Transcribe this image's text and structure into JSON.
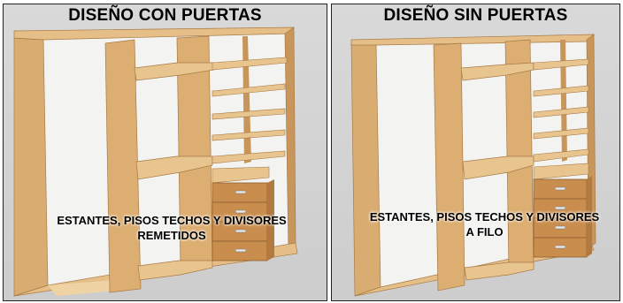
{
  "panels": [
    {
      "title": "DISEÑO CON PUERTAS",
      "caption_line1": "ESTANTES, PISOS TECHOS Y DIVISORES",
      "caption_line2": "REMETIDOS"
    },
    {
      "title": "DISEÑO SIN PUERTAS",
      "caption_line1": "ESTANTES, PISOS TECHOS Y DIVISORES",
      "caption_line2": "A FILO"
    }
  ],
  "colors": {
    "wood": "#ddb27a",
    "wood_dark": "#c49359",
    "wood_light": "#ecc993",
    "drawer": "#c98e4e",
    "background": "#d4d4d4"
  }
}
